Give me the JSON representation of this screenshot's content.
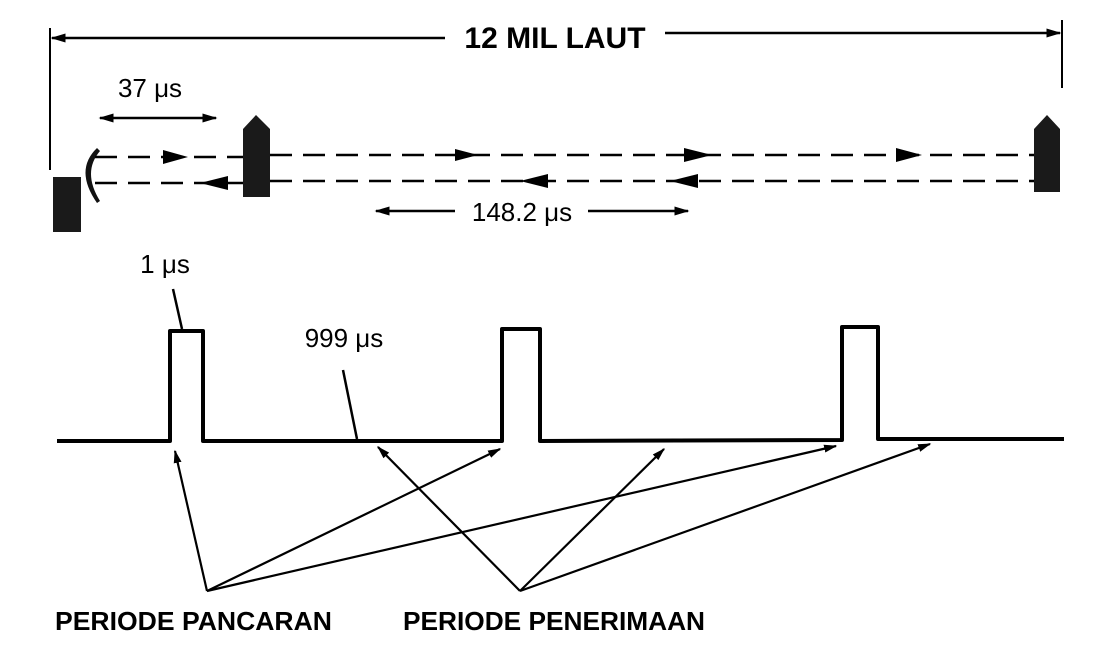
{
  "diagram": {
    "colors": {
      "background": "#ffffff",
      "ink": "#000000",
      "object_fill": "#1a1a1a"
    },
    "distance_label": "12 MIL LAUT",
    "top": {
      "radar_antenna": "radar-antenna",
      "near_target": "near-target",
      "far_target": "far-target",
      "near_time_label": "37 μs",
      "far_time_label": "148.2 μs"
    },
    "pulse_train": {
      "pulse_width_label": "1 μs",
      "rest_time_label": "999 μs",
      "pulse_count": 3
    },
    "legend": {
      "transmit_label": "PERIODE PANCARAN",
      "receive_label": "PERIODE PENERIMAAN"
    }
  }
}
